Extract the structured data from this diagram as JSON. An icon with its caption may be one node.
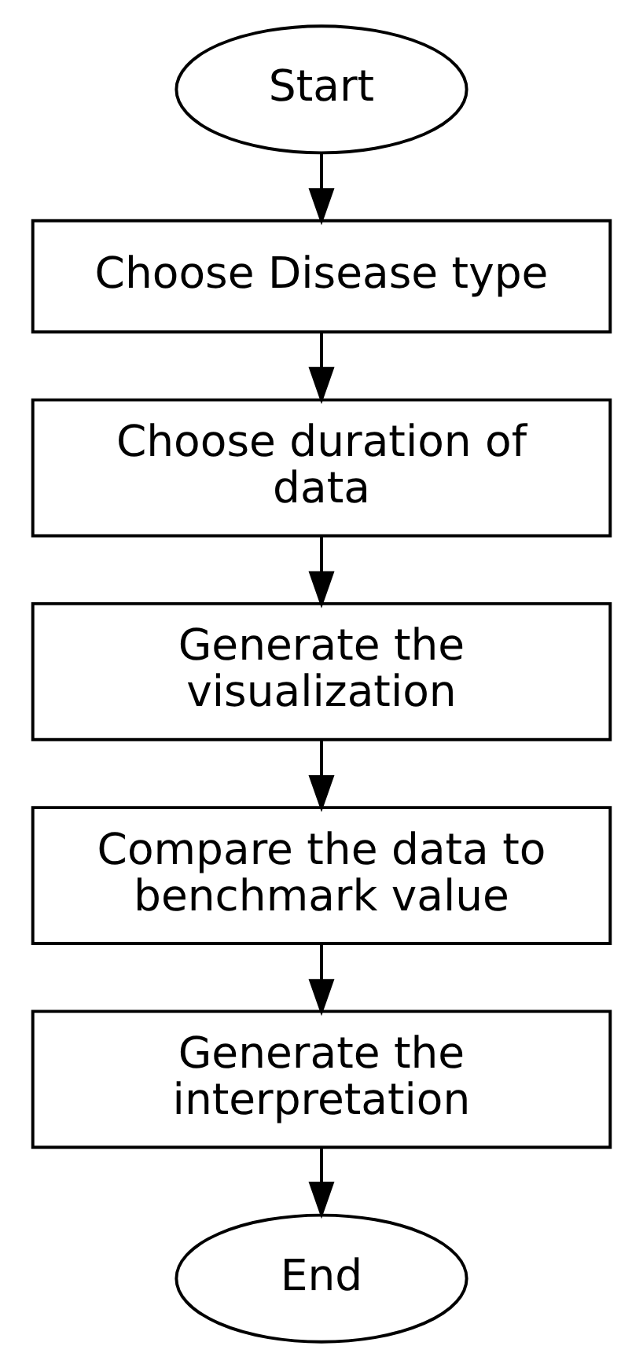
{
  "diagram": {
    "nodes": [
      {
        "text": [
          "Start"
        ]
      },
      {
        "text": [
          "Choose Disease type"
        ]
      },
      {
        "text": [
          "Choose duration of data"
        ]
      },
      {
        "text": [
          "Generate the visualization"
        ]
      },
      {
        "text": [
          "Compare the data to benchmark value"
        ]
      },
      {
        "text": [
          "Generate the interpretation"
        ]
      },
      {
        "text": [
          "End"
        ]
      }
    ],
    "edges": [
      {
        "from": 0,
        "to": 1,
        "arrow": "to"
      },
      {
        "from": 1,
        "to": 2,
        "arrow": "to"
      },
      {
        "from": 2,
        "to": 3,
        "arrow": "to"
      },
      {
        "from": 3,
        "to": 4,
        "arrow": "to"
      },
      {
        "from": 4,
        "to": 5,
        "arrow": "to"
      },
      {
        "from": 5,
        "to": 6,
        "arrow": "to"
      }
    ]
  }
}
